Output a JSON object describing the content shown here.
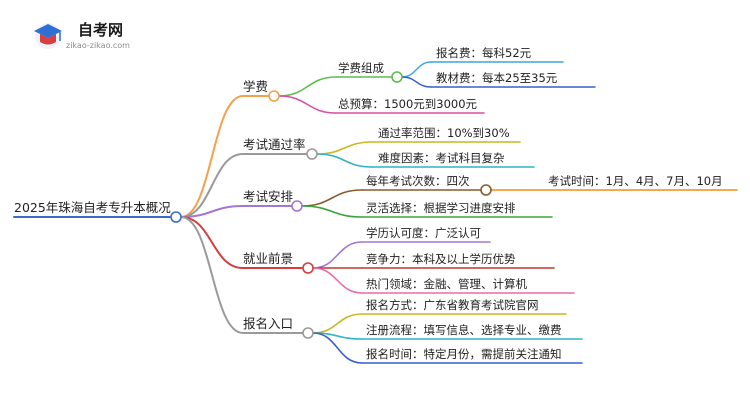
{
  "logo": {
    "name": "自考网",
    "url_text": "zikao-zikao.com"
  },
  "mindmap": {
    "root": "2025年珠海自考专升本概况",
    "branches": [
      {
        "label": "学费",
        "color": "#f5a04a",
        "children": [
          {
            "label": "学费组成",
            "color": "#5cbd4a",
            "children": [
              {
                "label": "报名费：每科52元",
                "color": "#3aa7dd"
              },
              {
                "label": "教材费：每本25至35元",
                "color": "#3a5fc8"
              }
            ]
          },
          {
            "label": "总预算：1500元到3000元",
            "color": "#d94fa3"
          }
        ]
      },
      {
        "label": "考试通过率",
        "color": "#9a9a9a",
        "children": [
          {
            "label": "通过率范围：10%到30%",
            "color": "#c9b81e"
          },
          {
            "label": "难度因素：考试科目复杂",
            "color": "#2cb5c0"
          }
        ]
      },
      {
        "label": "考试安排",
        "color": "#a276d4",
        "children": [
          {
            "label": "每年考试次数：四次",
            "color": "#8a5a2b",
            "children": [
              {
                "label": "考试时间：1月、4月、7月、10月",
                "color": "#f08c1a"
              }
            ]
          },
          {
            "label": "灵活选择：根据学习进度安排",
            "color": "#3aa53a"
          }
        ]
      },
      {
        "label": "就业前景",
        "color": "#d83c3c",
        "children": [
          {
            "label": "学历认可度：广泛认可",
            "color": "#a276d4"
          },
          {
            "label": "竞争力：本科及以上学历优势",
            "color": "#c0392b"
          },
          {
            "label": "热门领域：金融、管理、计算机",
            "color": "#e86aa8"
          }
        ]
      },
      {
        "label": "报名入口",
        "color": "#9a9a9a",
        "children": [
          {
            "label": "报名方式：广东省教育考试院官网",
            "color": "#c9b81e"
          },
          {
            "label": "注册流程：填写信息、选择专业、缴费",
            "color": "#2cb5c0"
          },
          {
            "label": "报名时间：特定月份，需提前关注通知",
            "color": "#3a5fc8"
          }
        ]
      }
    ]
  }
}
